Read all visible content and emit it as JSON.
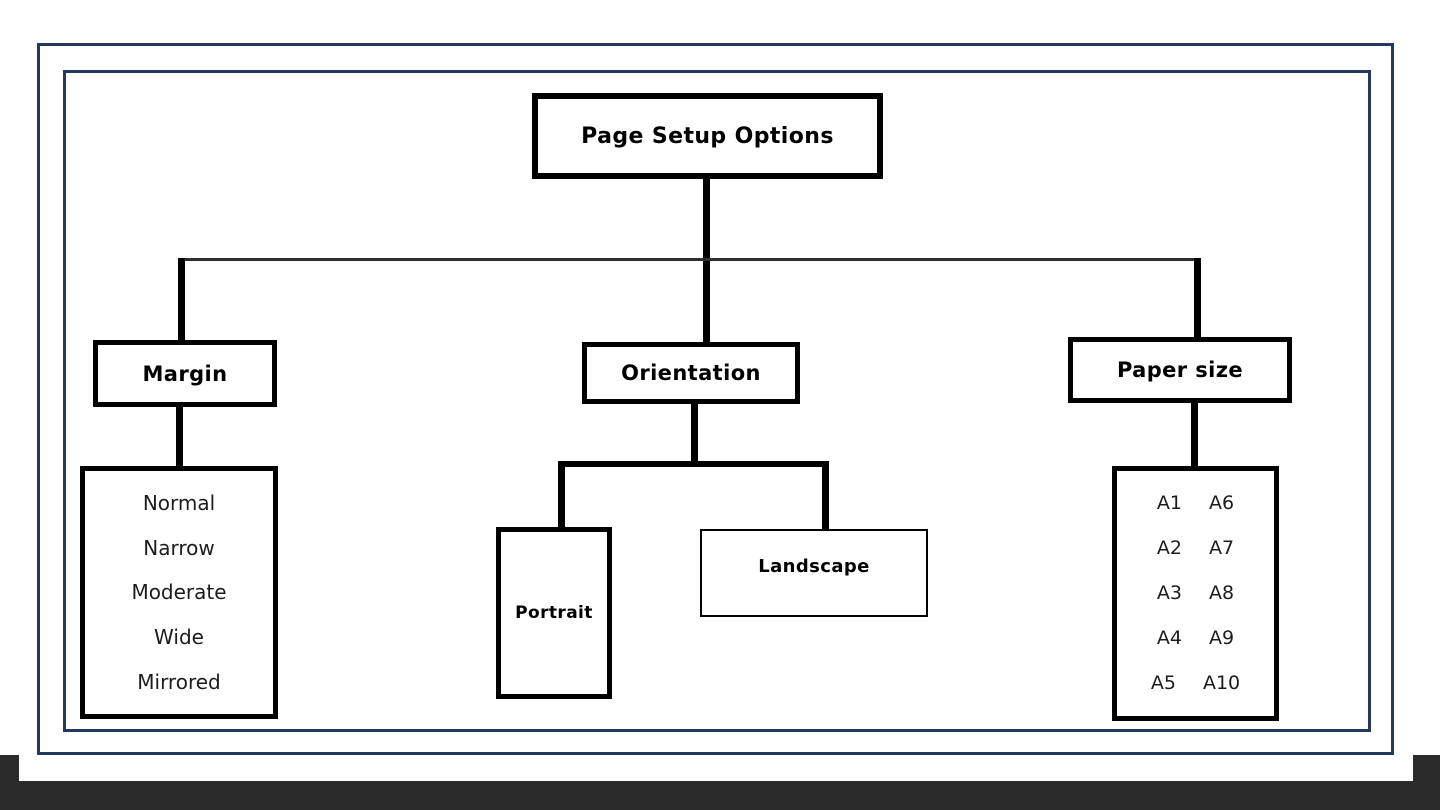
{
  "diagram": {
    "title": "Page Setup Options",
    "root": {
      "label": "Page Setup Options"
    },
    "branches": [
      {
        "id": "margin",
        "label": "Margin"
      },
      {
        "id": "orientation",
        "label": "Orientation"
      },
      {
        "id": "paper_size",
        "label": "Paper size"
      }
    ],
    "margin_options": [
      "Normal",
      "Narrow",
      "Moderate",
      "Wide",
      "Mirrored"
    ],
    "orientation_options": {
      "portrait": "Portrait",
      "landscape": "Landscape"
    },
    "paper_size_rows": [
      [
        "A1",
        "A6"
      ],
      [
        "A2",
        "A7"
      ],
      [
        "A3",
        "A8"
      ],
      [
        "A4",
        "A9"
      ],
      [
        "A5",
        "A10"
      ]
    ],
    "colors": {
      "frame": "#24395e",
      "connector": "#000000",
      "bottom_bar": "#2b2b2b"
    }
  }
}
